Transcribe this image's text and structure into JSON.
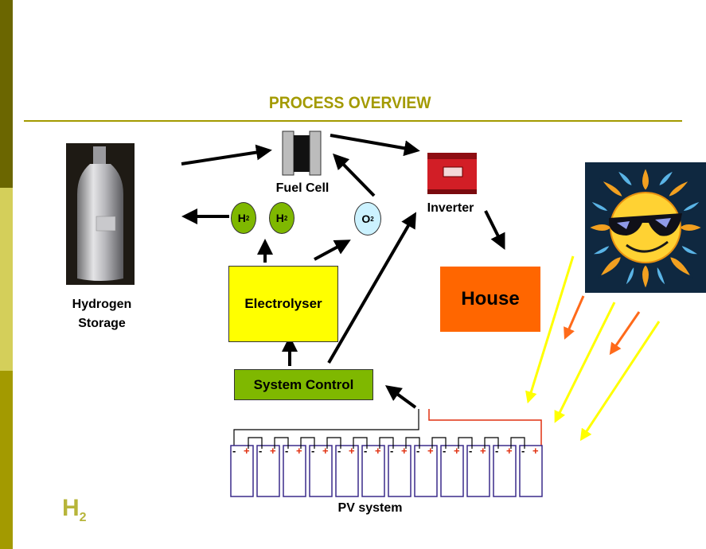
{
  "title": "PROCESS OVERVIEW",
  "labels": {
    "fuel_cell": "Fuel Cell",
    "inverter": "Inverter",
    "hydrogen_storage_line1": "Hydrogen",
    "hydrogen_storage_line2": "Storage",
    "electrolyser": "Electrolyser",
    "house": "House",
    "system_control": "System Control",
    "pv_system": "PV system"
  },
  "gases": {
    "h2_a": {
      "symbol": "H",
      "sub": "2"
    },
    "h2_b": {
      "symbol": "H",
      "sub": "2"
    },
    "o2": {
      "symbol": "O",
      "sub": "2"
    }
  },
  "logo": {
    "symbol": "H",
    "sub": "2"
  },
  "colors": {
    "title": "#a39a00",
    "sidebar_dark": "#6b6600",
    "sidebar_mid": "#a39a00",
    "sidebar_light": "#d4cf5a",
    "electrolyser": "#ffff00",
    "system_control": "#7fb800",
    "house": "#ff6600",
    "gas_h2": "#7fb800",
    "gas_o2": "#ccf2ff",
    "sun_ray": "#ffff00",
    "sun_ray_orange": "#ff6a1a",
    "pv_cell_border": "#3a2a8a"
  },
  "icons": [
    "hydrogen-cylinder-icon",
    "fuel-cell-icon",
    "inverter-icon",
    "sun-with-sunglasses-icon"
  ]
}
